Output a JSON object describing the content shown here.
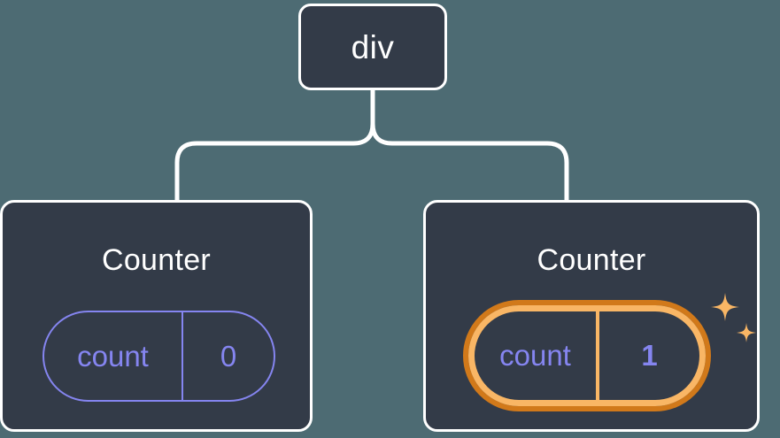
{
  "diagram": {
    "background_color": "#4d6b73",
    "node_fill_color": "#333b48",
    "node_border_color": "#ffffff",
    "connector_color": "#ffffff",
    "accent_purple": "#8585f0",
    "highlight_outer_orange": "#d1791a",
    "highlight_inner_orange": "#f9b665",
    "root": {
      "label": "div"
    },
    "children": [
      {
        "title": "Counter",
        "state": {
          "key": "count",
          "value": "0"
        },
        "highlighted": false
      },
      {
        "title": "Counter",
        "state": {
          "key": "count",
          "value": "1"
        },
        "highlighted": true,
        "sparkle_icon_name": "sparkles-icon"
      }
    ]
  }
}
